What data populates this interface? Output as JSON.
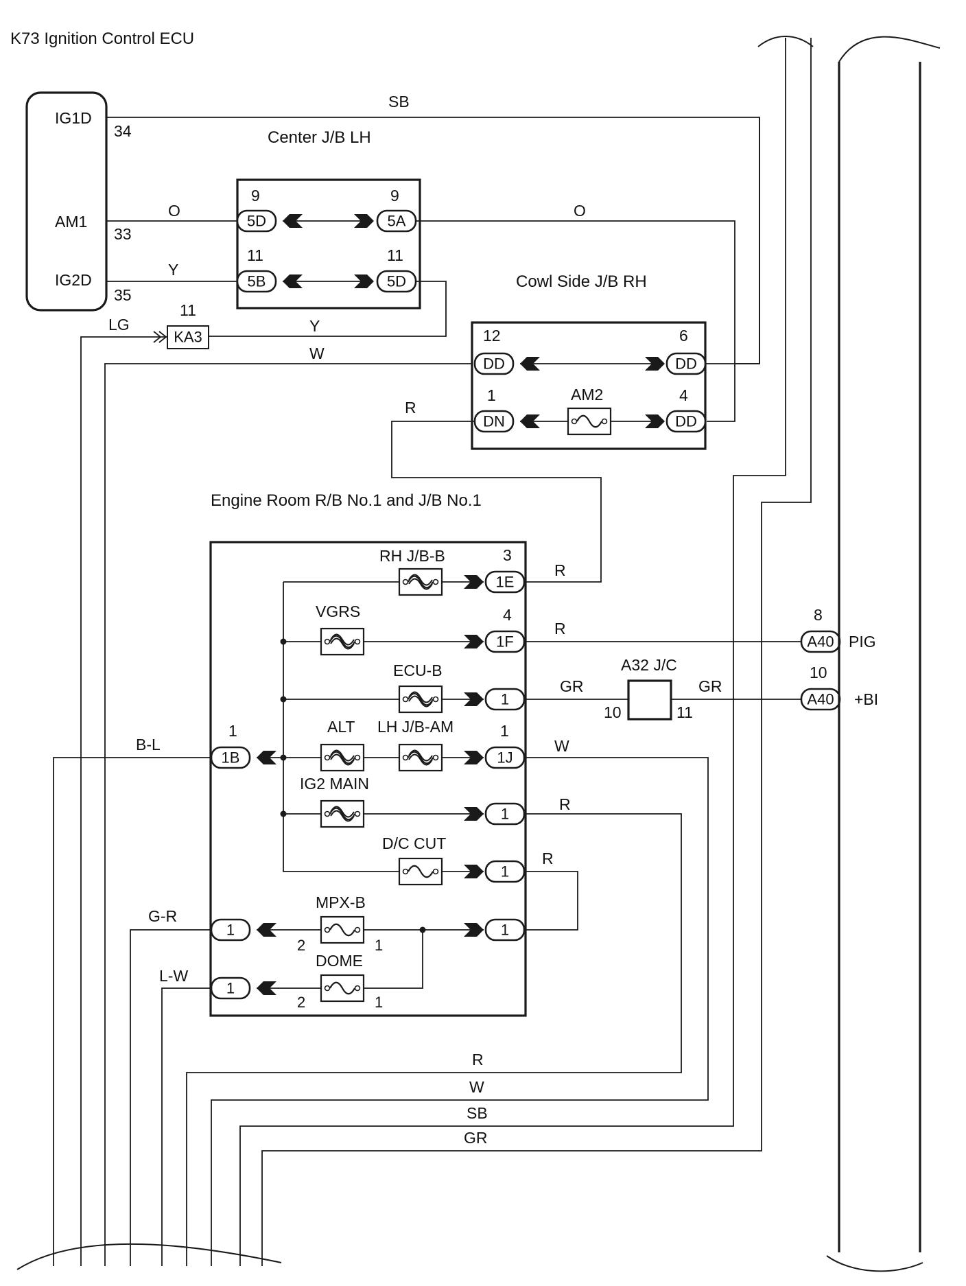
{
  "ecu": {
    "title": "K73 Ignition Control ECU",
    "pins": [
      {
        "name": "IG1D",
        "number": "34"
      },
      {
        "name": "AM1",
        "number": "33"
      },
      {
        "name": "IG2D",
        "number": "35"
      }
    ]
  },
  "center_jb": {
    "title": "Center J/B LH",
    "connectors": [
      {
        "id": "5D",
        "pin": "9"
      },
      {
        "id": "5A",
        "pin": "9"
      },
      {
        "id": "5B",
        "pin": "11"
      },
      {
        "id": "5D",
        "pin": "11"
      }
    ]
  },
  "cowl_jb": {
    "title": "Cowl Side J/B RH",
    "fuse": "AM2",
    "connectors": [
      {
        "id": "DD",
        "pin": "12"
      },
      {
        "id": "DD",
        "pin": "6"
      },
      {
        "id": "DN",
        "pin": "1"
      },
      {
        "id": "DD",
        "pin": "4"
      }
    ]
  },
  "ka3": {
    "id": "KA3",
    "pin": "11"
  },
  "engine_room": {
    "title": "Engine Room R/B No.1 and J/B No.1",
    "fuses": [
      "RH J/B-B",
      "VGRS",
      "ECU-B",
      "ALT",
      "LH J/B-AM",
      "IG2 MAIN",
      "D/C CUT",
      "MPX-B",
      "DOME"
    ],
    "right_connectors": [
      {
        "id": "1E",
        "pin": "3"
      },
      {
        "id": "1F",
        "pin": "4"
      },
      {
        "id": "1",
        "pin": ""
      },
      {
        "id": "1J",
        "pin": "1"
      },
      {
        "id": "1",
        "pin": ""
      },
      {
        "id": "1",
        "pin": ""
      },
      {
        "id": "1",
        "pin": ""
      }
    ],
    "left_connectors": [
      {
        "id": "1B",
        "pin": "1"
      },
      {
        "id": "1",
        "pin": ""
      },
      {
        "id": "1",
        "pin": ""
      }
    ],
    "fuse_pins": {
      "mpx_left": "2",
      "mpx_right": "1",
      "dome_left": "2",
      "dome_right": "1"
    }
  },
  "a32": {
    "title": "A32 J/C",
    "pin_left": "10",
    "pin_right": "11"
  },
  "a40": [
    {
      "id": "A40",
      "pin": "8",
      "signal": "PIG"
    },
    {
      "id": "A40",
      "pin": "10",
      "signal": "+BI"
    }
  ],
  "wires": {
    "sb_top": "SB",
    "o_left": "O",
    "o_right": "O",
    "y_top": "Y",
    "lg": "LG",
    "y_mid": "Y",
    "w_top": "W",
    "r_dn": "R",
    "r_1e": "R",
    "r_1f": "R",
    "gr_left": "GR",
    "gr_right": "GR",
    "w_1j": "W",
    "r_ig2": "R",
    "r_dc": "R",
    "bl": "B-L",
    "gr_mpx": "G-R",
    "lw_dome": "L-W",
    "bottom": [
      "R",
      "W",
      "SB",
      "GR"
    ]
  }
}
